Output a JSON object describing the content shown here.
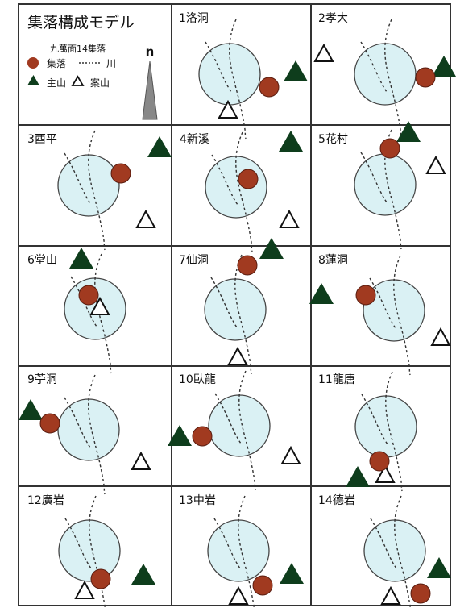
{
  "title": "集落構成モデル",
  "legend": {
    "subtitle": "九萬面14集落",
    "north": "n",
    "items": [
      {
        "symbol": "settlement",
        "label": "集落"
      },
      {
        "symbol": "river",
        "label": "川"
      },
      {
        "symbol": "main_mountain",
        "label": "主山"
      },
      {
        "symbol": "table_mountain",
        "label": "案山"
      }
    ]
  },
  "colors": {
    "background": "#ffffff",
    "grid": "#333333",
    "circle_fill": "#daf1f4",
    "circle_stroke": "#444444",
    "settlement": "#a13a20",
    "main_mountain": "#0e3d1c",
    "table_mountain": "#ffffff",
    "river": "#333333",
    "north_arrow": "#888888"
  },
  "villages": [
    {
      "label": "1洛洞"
    },
    {
      "label": "2孝大"
    },
    {
      "label": "3酉平"
    },
    {
      "label": "4新溪"
    },
    {
      "label": "5花村"
    },
    {
      "label": "6堂山"
    },
    {
      "label": "7仙洞"
    },
    {
      "label": "8蓮洞"
    },
    {
      "label": "9苧洞"
    },
    {
      "label": "10臥龍"
    },
    {
      "label": "11龍唐"
    },
    {
      "label": "12廣岩"
    },
    {
      "label": "13中岩"
    },
    {
      "label": "14德岩"
    }
  ]
}
